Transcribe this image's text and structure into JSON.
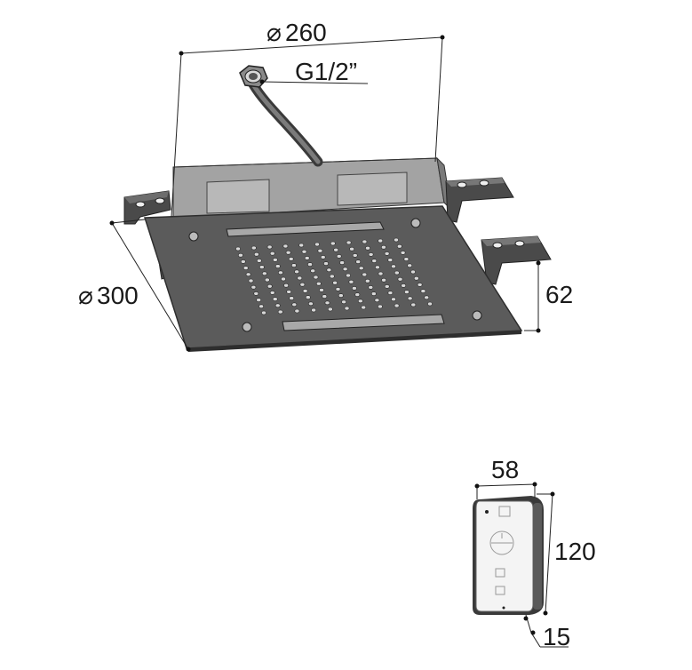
{
  "drawing": {
    "shower_head": {
      "width_label": "260",
      "depth_label": "300",
      "height_label": "62",
      "connection_label": "G1/2”",
      "diameter_symbol": "⌀"
    },
    "remote": {
      "width_label": "58",
      "height_label": "120",
      "thickness_label": "15"
    }
  },
  "colors": {
    "plate": "#5b5b5b",
    "plate_edge": "#2e2e2e",
    "box": "#9a9a9a",
    "box_dark": "#6e6e6e",
    "remote_body": "#f4f4f4",
    "remote_edge": "#3a3a3a"
  }
}
